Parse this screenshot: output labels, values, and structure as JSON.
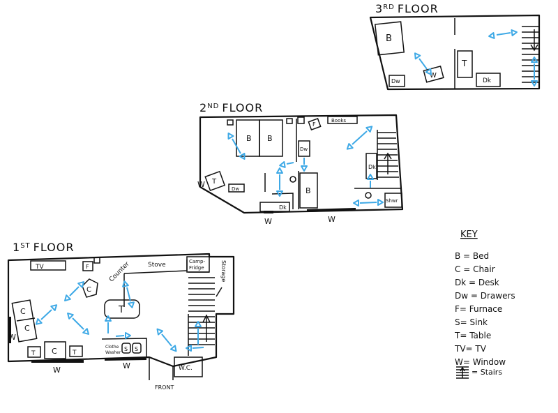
{
  "floors": {
    "third": {
      "title_num": "3",
      "title_sup": "RD",
      "title_word": "FLOOR"
    },
    "second": {
      "title_num": "2",
      "title_sup": "ND",
      "title_word": "FLOOR"
    },
    "first": {
      "title_num": "1",
      "title_sup": "ST",
      "title_word": "FLOOR"
    }
  },
  "labels": {
    "bed": "B",
    "chair": "C",
    "desk": "Dk",
    "drawers": "Dw",
    "furnace": "F",
    "sink": "S",
    "table": "T",
    "tv": "TV",
    "window": "W",
    "books": "Books",
    "shower": "Shwr",
    "counter": "Counter",
    "stove": "Stove",
    "camp_fridge_1": "Camp-",
    "camp_fridge_2": "Fridge",
    "storage": "Storage",
    "clothes_washer_1": "Clothe",
    "clothes_washer_2": "Washer",
    "wc": "W.C.",
    "front": "FRONT"
  },
  "key": {
    "title": "KEY",
    "items": [
      "B = Bed",
      "C = Chair",
      "Dk = Desk",
      "Dw = Drawers",
      "F= Furnace",
      "S= Sink",
      "T= Table",
      "TV= TV",
      "W= Window"
    ],
    "stairs_label": "= Stairs"
  },
  "colors": {
    "ink": "#111111",
    "arrow": "#3ea9e6"
  }
}
